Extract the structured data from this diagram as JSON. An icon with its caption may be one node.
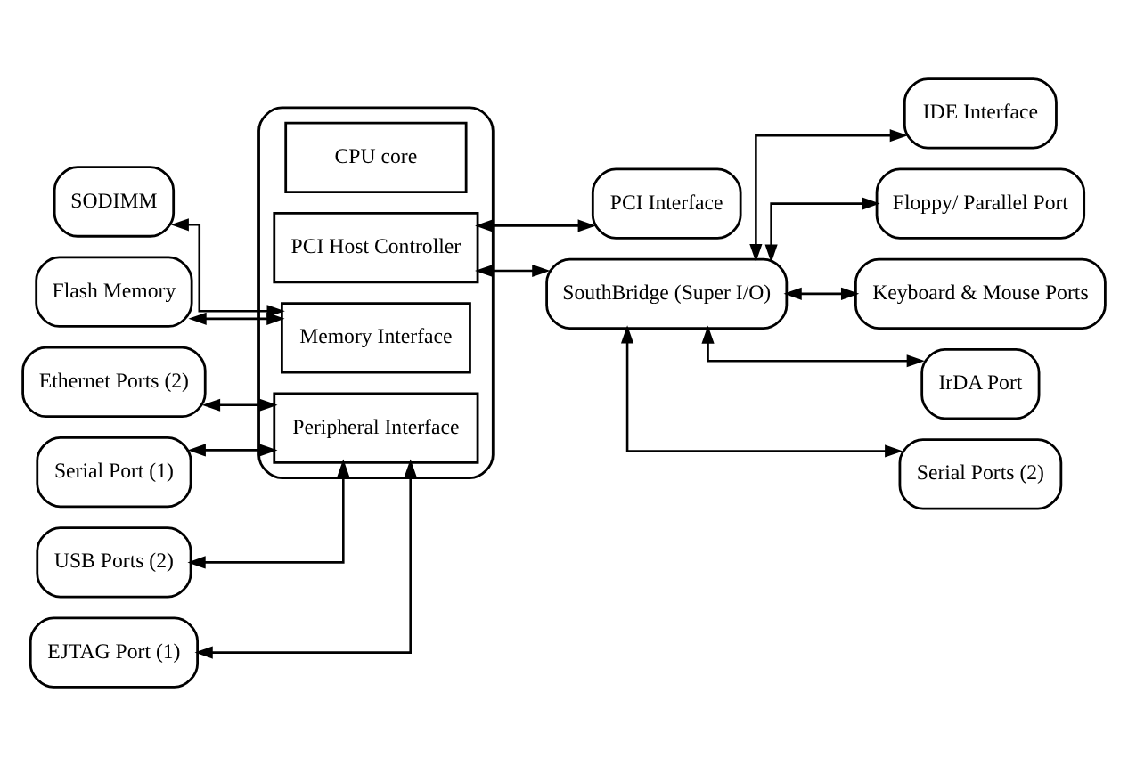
{
  "diagram": {
    "nodes": [
      {
        "text": [],
        "shape": "box"
      },
      {
        "text": [
          "CPU core"
        ],
        "in": 0
      },
      {
        "text": [
          "PCI Host Controller"
        ],
        "in": 0
      },
      {
        "text": [
          "PCI Interface"
        ]
      },
      {
        "text": [
          "SODIMM"
        ]
      },
      {
        "text": [
          "Memory Interface"
        ],
        "in": 0
      },
      {
        "text": [
          "Flash Memory"
        ]
      },
      {
        "text": [
          "SouthBridge (Super I/O)"
        ]
      },
      {
        "text": [
          "IDE Interface"
        ]
      },
      {
        "text": [
          "Floppy/ Parallel Port"
        ]
      },
      {
        "text": [
          "Keyboard & Mouse Ports"
        ]
      },
      {
        "text": [
          "Ethernet Ports (2)"
        ]
      },
      {
        "text": [
          "Peripheral Interface"
        ],
        "in": 0
      },
      {
        "text": [
          "IrDA Port"
        ]
      },
      {
        "text": [
          "Serial Port (1)"
        ]
      },
      {
        "text": [
          "Serial Ports (2)"
        ]
      },
      {
        "text": [
          "USB Ports (2)"
        ]
      },
      {
        "text": [
          "EJTAG Port (1)"
        ]
      }
    ],
    "edges": [
      {
        "from": 4,
        "to": 5,
        "arrow": "both"
      },
      {
        "from": 6,
        "to": 5,
        "arrow": "both"
      },
      {
        "from": 11,
        "to": 12,
        "arrow": "both"
      },
      {
        "from": 14,
        "to": 12,
        "arrow": "both"
      },
      {
        "from": 16,
        "to": 12,
        "arrow": "both"
      },
      {
        "from": 17,
        "to": 12,
        "arrow": "both"
      },
      {
        "from": 2,
        "to": 3,
        "arrow": "both"
      },
      {
        "from": 2,
        "to": 7,
        "arrow": "both"
      },
      {
        "from": 7,
        "to": 8,
        "arrow": "both"
      },
      {
        "from": 7,
        "to": 9,
        "arrow": "both"
      },
      {
        "from": 7,
        "to": 10,
        "arrow": "both"
      },
      {
        "from": 7,
        "to": 13,
        "arrow": "both"
      },
      {
        "from": 7,
        "to": 15,
        "arrow": "both"
      }
    ]
  }
}
